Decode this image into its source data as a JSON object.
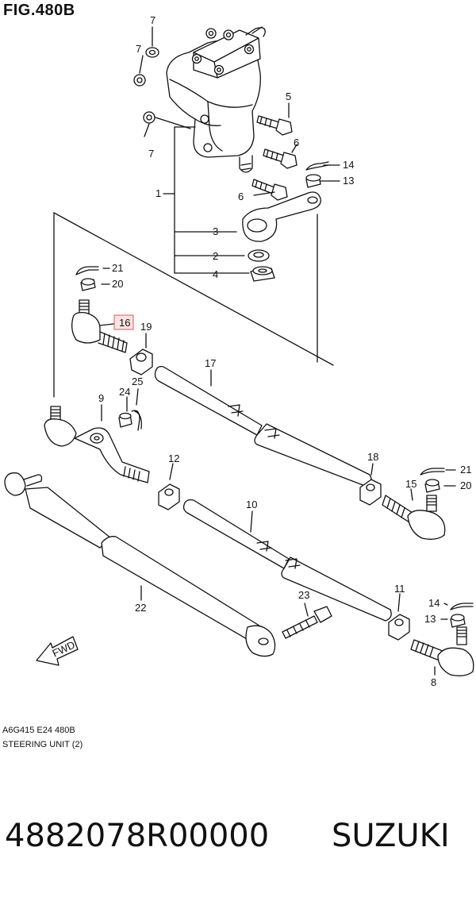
{
  "figure": {
    "title": "FIG.480B"
  },
  "callouts": [
    "1",
    "2",
    "3",
    "4",
    "5",
    "6",
    "6",
    "7",
    "7",
    "7",
    "7",
    "8",
    "9",
    "10",
    "11",
    "12",
    "13",
    "13",
    "14",
    "14",
    "15",
    "16",
    "17",
    "18",
    "19",
    "20",
    "20",
    "21",
    "21",
    "22",
    "23",
    "24",
    "25"
  ],
  "direction_label": "FWD",
  "caption": {
    "code": "A6G415 E24 480B",
    "name": "STEERING UNIT (2)"
  },
  "footer": {
    "part_number": "4882078R00000",
    "brand": "SUZUKI"
  },
  "colors": {
    "line": "#111111",
    "highlight": "#e05a5a",
    "highlight_fill": "#fbe3e3"
  }
}
